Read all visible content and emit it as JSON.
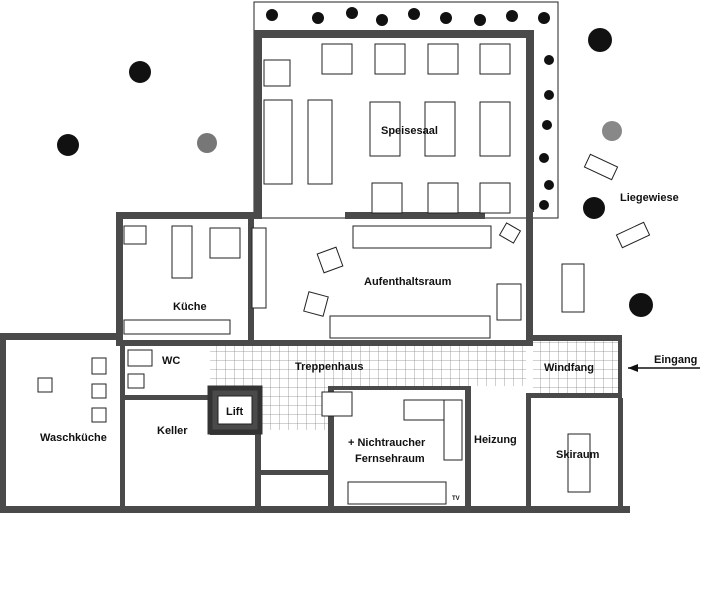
{
  "rooms": {
    "speisesaal": "Speisesaal",
    "liegewiese": "Liegewiese",
    "kueche": "Küche",
    "aufenthaltsraum": "Aufenthaltsraum",
    "wc": "WC",
    "treppenhaus": "Treppenhaus",
    "windfang": "Windfang",
    "eingang": "Eingang",
    "waschkueche": "Waschküche",
    "keller": "Keller",
    "lift": "Lift",
    "nichtraucher_line1": "+ Nichtraucher",
    "nichtraucher_line2": "Fernsehraum",
    "heizung": "Heizung",
    "skiraum": "Skiraum"
  },
  "annotations": {
    "tv": "TV"
  },
  "colors": {
    "wall": "#4a4a4a",
    "line": "#222222",
    "tile": "#888888"
  }
}
